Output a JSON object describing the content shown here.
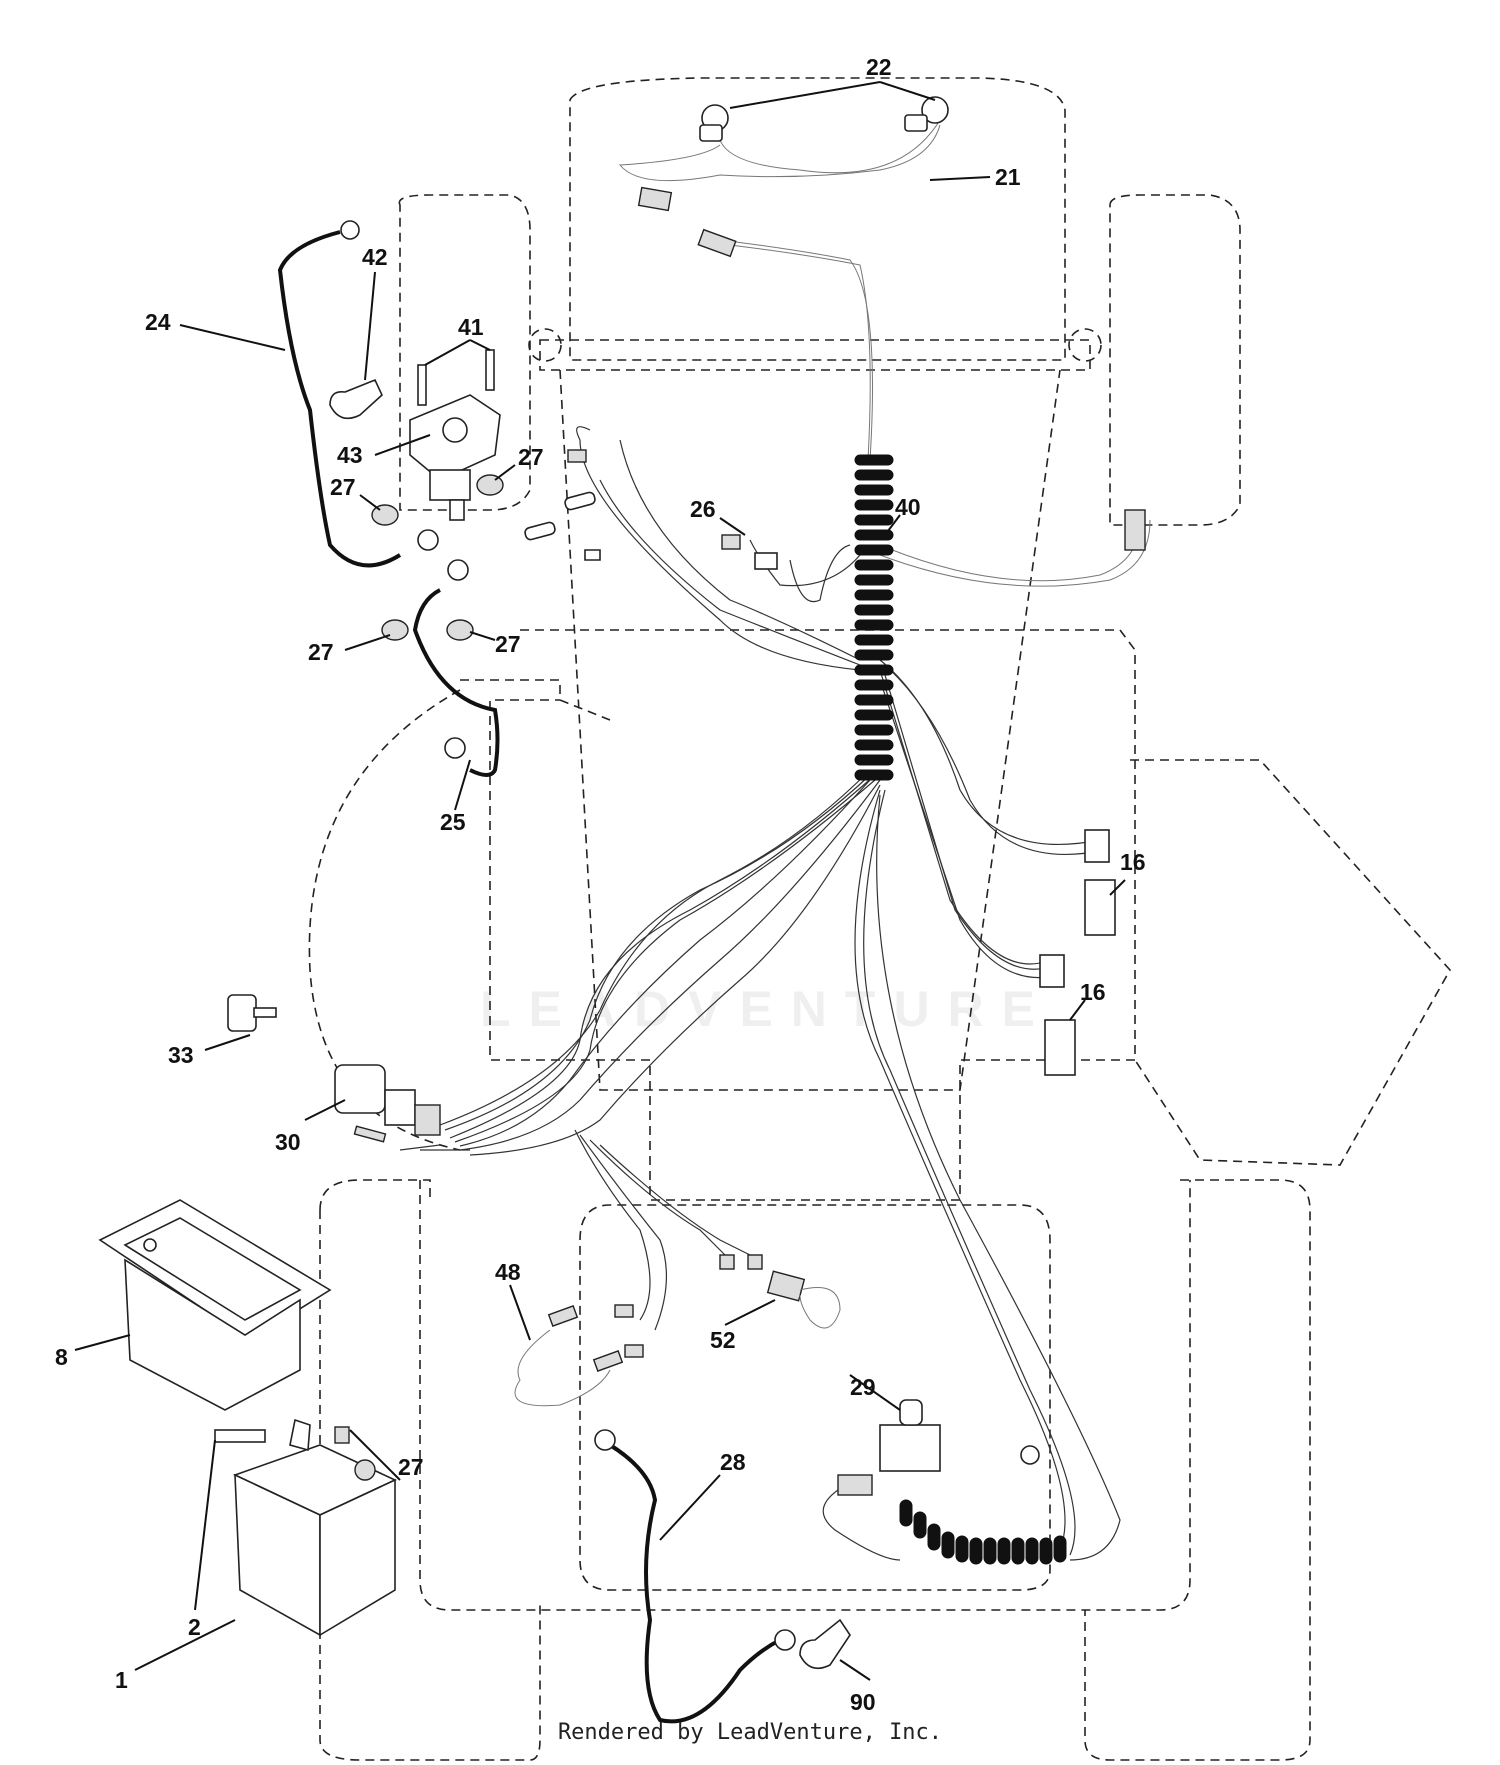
{
  "diagram": {
    "callouts": [
      {
        "id": "c22",
        "label": "22"
      },
      {
        "id": "c21",
        "label": "21"
      },
      {
        "id": "c24",
        "label": "24"
      },
      {
        "id": "c42",
        "label": "42"
      },
      {
        "id": "c41",
        "label": "41"
      },
      {
        "id": "c43",
        "label": "43"
      },
      {
        "id": "c27a",
        "label": "27"
      },
      {
        "id": "c27b",
        "label": "27"
      },
      {
        "id": "c27c",
        "label": "27"
      },
      {
        "id": "c27d",
        "label": "27"
      },
      {
        "id": "c26",
        "label": "26"
      },
      {
        "id": "c40",
        "label": "40"
      },
      {
        "id": "c25",
        "label": "25"
      },
      {
        "id": "c16a",
        "label": "16"
      },
      {
        "id": "c16b",
        "label": "16"
      },
      {
        "id": "c33",
        "label": "33"
      },
      {
        "id": "c30",
        "label": "30"
      },
      {
        "id": "c48",
        "label": "48"
      },
      {
        "id": "c52",
        "label": "52"
      },
      {
        "id": "c8",
        "label": "8"
      },
      {
        "id": "c29",
        "label": "29"
      },
      {
        "id": "c28",
        "label": "28"
      },
      {
        "id": "c27e",
        "label": "27"
      },
      {
        "id": "c2",
        "label": "2"
      },
      {
        "id": "c1",
        "label": "1"
      },
      {
        "id": "c90",
        "label": "90"
      }
    ]
  },
  "watermark": "LEADVENTURE",
  "footer": "Rendered by LeadVenture, Inc."
}
